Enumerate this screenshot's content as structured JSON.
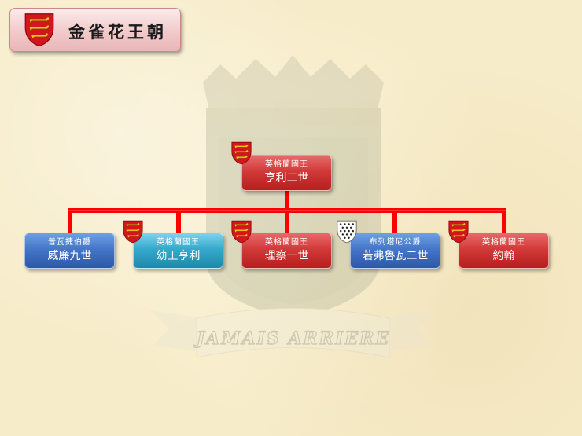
{
  "title": "金雀花王朝",
  "watermark": {
    "motto": "JAMAIS ARRIERE"
  },
  "colors": {
    "line": "#ff0000",
    "red": "#c0282a",
    "blue": "#3d6fc4",
    "cyan": "#2fa3c6"
  },
  "root": {
    "subtitle": "英格蘭國王",
    "name": "亨利二世",
    "icon": "england-arms-icon"
  },
  "children": [
    {
      "subtitle": "普瓦捷伯爵",
      "name": "威廉九世",
      "color": "blue",
      "icon": ""
    },
    {
      "subtitle": "英格蘭國王",
      "name": "幼王亨利",
      "color": "cyan",
      "icon": "england-arms-icon"
    },
    {
      "subtitle": "英格蘭國王",
      "name": "理察一世",
      "color": "red",
      "icon": "england-arms-icon"
    },
    {
      "subtitle": "布列塔尼公爵",
      "name": "若弗魯瓦二世",
      "color": "blue",
      "icon": "ermine-shield-icon"
    },
    {
      "subtitle": "英格蘭國王",
      "name": "約翰",
      "color": "red",
      "icon": "england-arms-icon"
    }
  ]
}
